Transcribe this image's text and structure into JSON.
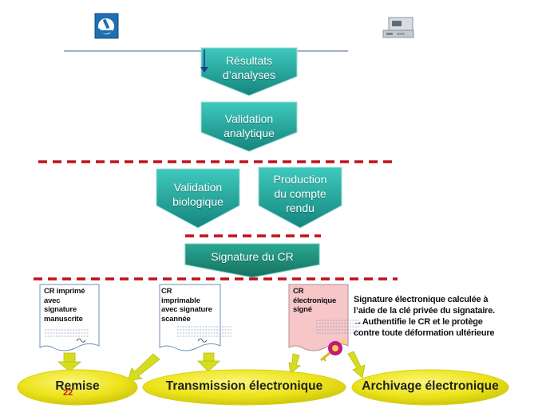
{
  "icons": {
    "left": "microscope-logo-icon",
    "right": "lab-analyzer-icon"
  },
  "steps": {
    "resultats": [
      "Résultats",
      "d’analyses"
    ],
    "validation_analytique": [
      "Validation",
      "analytique"
    ],
    "validation_biologique": [
      "Validation",
      "biologique"
    ],
    "production": [
      "Production",
      "du compte",
      "rendu"
    ],
    "signature": "Signature du CR"
  },
  "documents": [
    {
      "lines": [
        "CR imprimé",
        "avec",
        "signature",
        "manuscrite"
      ]
    },
    {
      "lines": [
        "CR",
        "imprimable",
        "avec signature",
        "scannée"
      ]
    },
    {
      "lines": [
        "CR",
        "électronique",
        "signé"
      ]
    }
  ],
  "note": {
    "line1": "Signature électronique calculée à",
    "line2": "l’aide de la clé privée du signataire.",
    "line3": "Authentifie le CR et le protège",
    "line4": "contre toute déformation ultérieure"
  },
  "outputs": {
    "remise": "Remise",
    "transmission": "Transmission électronique",
    "archivage": "Archivage électronique"
  },
  "page_number": "22",
  "colors": {
    "teal": "#2ab3a8",
    "teal_dark": "#167a73",
    "signature_box": "#1f8f7a",
    "dash_red": "#c0101a",
    "oval_yellow": "#f0ea16",
    "arrow_yellow": "#d6dd1c",
    "page_number": "#c41a1a"
  }
}
